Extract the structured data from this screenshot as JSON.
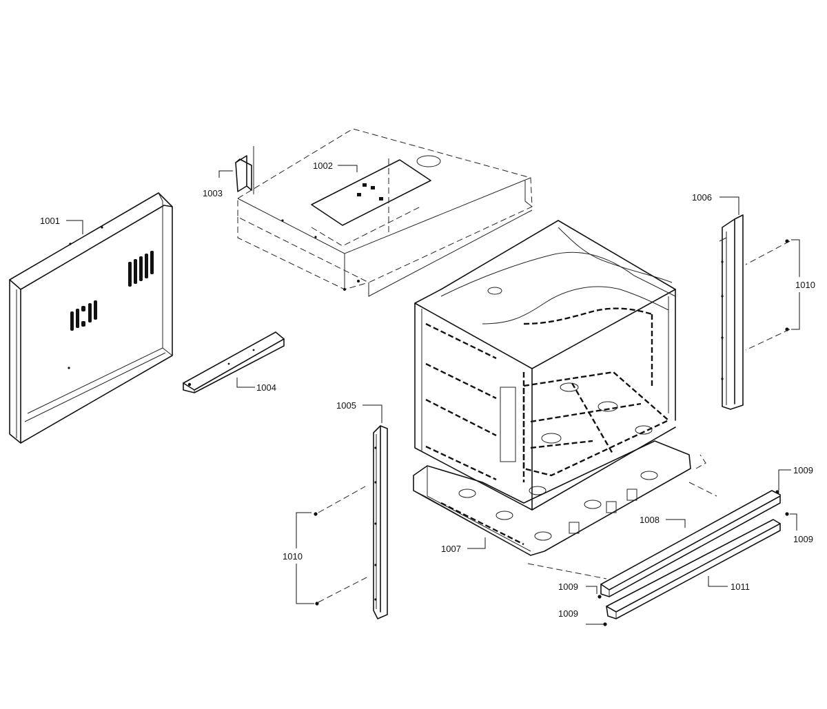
{
  "callouts": {
    "p1001": "1001",
    "p1002": "1002",
    "p1003": "1003",
    "p1004": "1004",
    "p1005": "1005",
    "p1006": "1006",
    "p1007": "1007",
    "p1008": "1008",
    "p1009_top_right": "1009",
    "p1009_right": "1009",
    "p1009_bottom_a": "1009",
    "p1009_bottom_b": "1009",
    "p1010_right": "1010",
    "p1010_left": "1010",
    "p1011": "1011"
  }
}
